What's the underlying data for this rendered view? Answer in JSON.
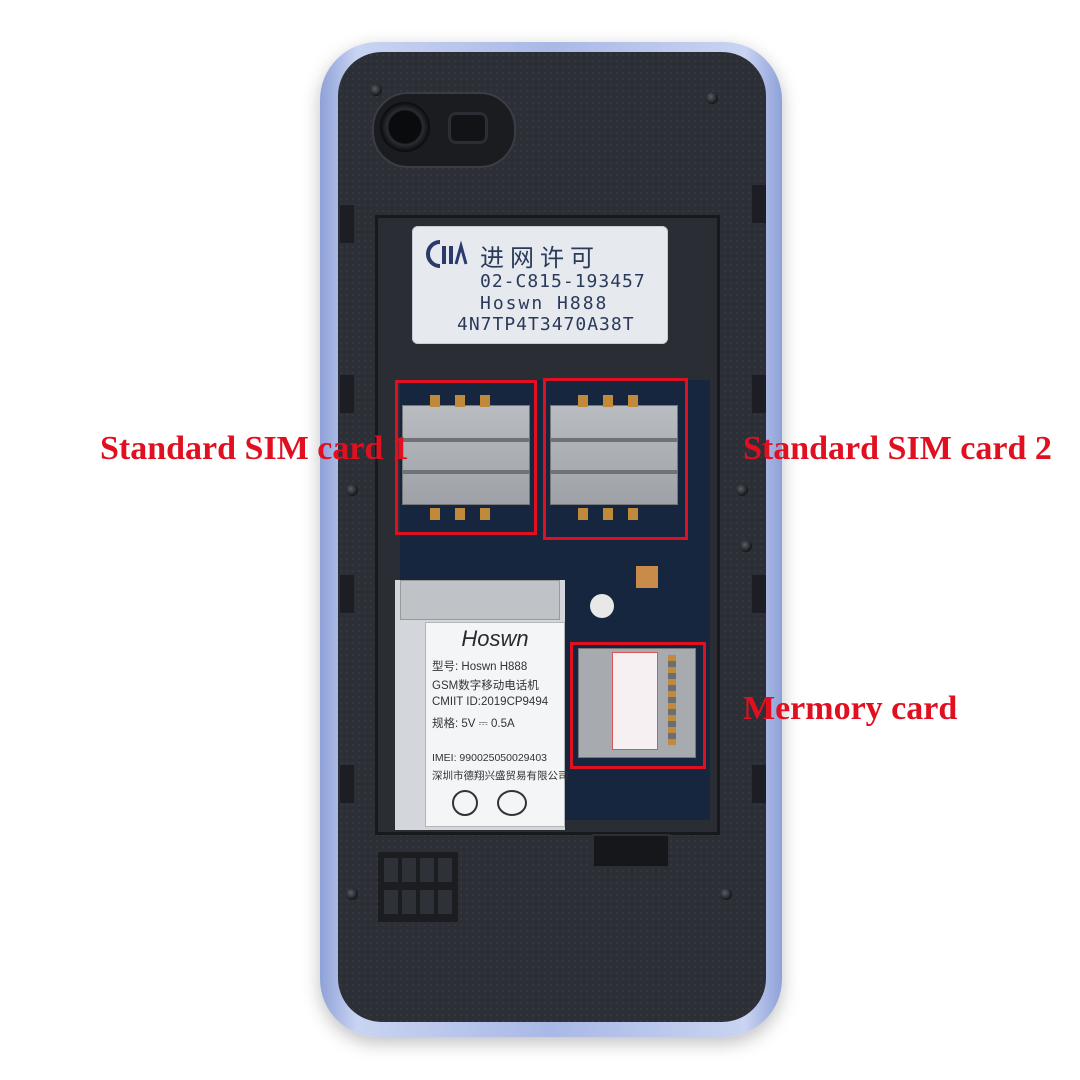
{
  "network_label": {
    "title": "进网许可",
    "code": "02-C815-193457",
    "model": "Hoswn H888",
    "serial": "4N7TP4T3470A38T"
  },
  "module_label": {
    "brand": "Hoswn",
    "lines": [
      "型号: Hoswn H888",
      "GSM数字移动电话机",
      "CMIIT ID:2019CP9494",
      "规格: 5V ⎓ 0.5A",
      "IMEI: 990025050029403",
      "深圳市德翔兴盛贸易有限公司"
    ]
  },
  "annotations": {
    "sim1": "Standard SIM card 1",
    "sim2": "Standard SIM card 2",
    "memory": "Mermory card"
  },
  "colors": {
    "annotation": "#e01020",
    "phone_shell": "#a9b8e6",
    "inner_frame": "#2c2f36"
  }
}
